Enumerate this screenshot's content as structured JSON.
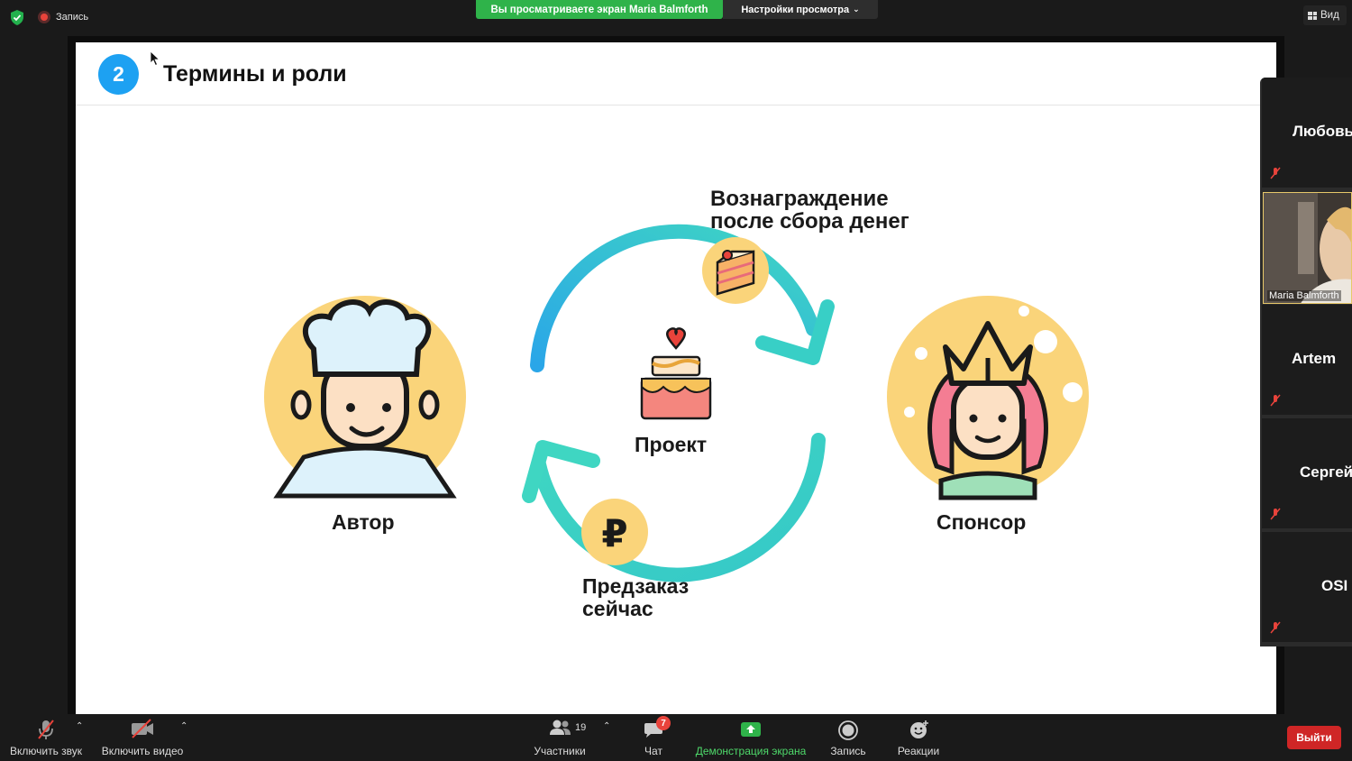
{
  "topbar": {
    "recording_label": "Запись",
    "viewing_banner": "Вы просматриваете экран Maria Balmforth",
    "view_settings": "Настройки просмотра",
    "view_button": "Вид"
  },
  "slide": {
    "number": "2",
    "title": "Термины и роли",
    "reward_line1": "Вознаграждение",
    "reward_line2": "после сбора денег",
    "project": "Проект",
    "author": "Автор",
    "sponsor": "Спонсор",
    "preorder_line1": "Предзаказ",
    "preorder_line2": "сейчас",
    "ruble_sign": "₽"
  },
  "participants_panel": {
    "tiles": [
      {
        "name": "Любовь",
        "muted": true
      },
      {
        "name": "Artem",
        "muted": true
      },
      {
        "name": "Сергей",
        "muted": true
      },
      {
        "name": "OSI",
        "muted": true
      }
    ],
    "video_tile": {
      "name": "Maria Balmforth"
    }
  },
  "toolbar": {
    "audio": "Включить звук",
    "video": "Включить видео",
    "participants": "Участники",
    "participants_count": "19",
    "chat": "Чат",
    "chat_badge": "7",
    "share": "Демонстрация экрана",
    "record": "Запись",
    "reactions": "Реакции",
    "leave": "Выйти"
  },
  "colors": {
    "share_green": "#2fb34a",
    "badge_blue": "#1da1f2",
    "leave_red": "#cf2626",
    "arrow_teal": "#3fd6c2",
    "circle_yellow": "#fad47a"
  }
}
